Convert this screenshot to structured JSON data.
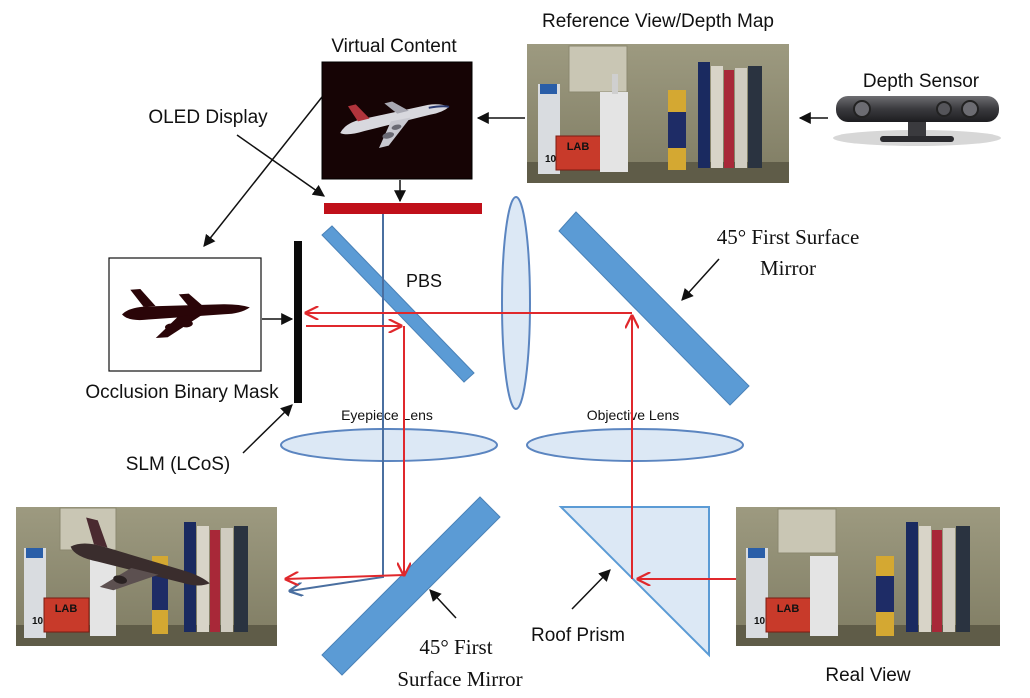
{
  "labels": {
    "virtual_content": "Virtual Content",
    "reference_view": "Reference View/Depth Map",
    "depth_sensor": "Depth Sensor",
    "oled_display": "OLED Display",
    "pbs": "PBS",
    "mirror_top_line1": "45° First Surface",
    "mirror_top_line2": "Mirror",
    "occlusion_mask": "Occlusion Binary Mask",
    "eyepiece_lens": "Eyepiece Lens",
    "objective_lens": "Objective Lens",
    "slm": "SLM (LCoS)",
    "mirror_bottom_line1": "45° First",
    "mirror_bottom_line2": "Surface Mirror",
    "roof_prism": "Roof Prism",
    "real_view": "Real View"
  },
  "photo_text": {
    "lab_box": "LAB",
    "box_number": "10"
  },
  "colors": {
    "optics_blue": "#5b9bd5",
    "lens_fill": "#dce8f5",
    "lens_stroke": "#5b85c0",
    "ray_red": "#e0282c",
    "ray_blue": "#4a6fa0",
    "oled_red": "#c0101a"
  },
  "icons": {
    "airplane": "airplane-icon",
    "airplane_silhouette": "airplane-silhouette-icon",
    "depth_sensor": "depth-sensor-icon"
  }
}
